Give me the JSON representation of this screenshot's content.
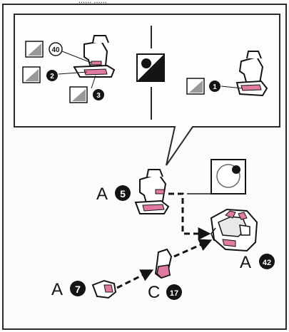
{
  "page": {
    "header_fragment": "...... ......"
  },
  "callout": {
    "sticker_labels": [
      {
        "label": "40",
        "style": "outline-circle"
      },
      {
        "label": "2",
        "style": "filled-circle"
      },
      {
        "label": "3",
        "style": "filled-circle"
      },
      {
        "label": "1",
        "style": "filled-circle"
      }
    ],
    "icons": [
      "sticker-sheet-icon",
      "paint-mask-icon"
    ]
  },
  "parts": [
    {
      "letter": "A",
      "number": "5",
      "number_style": "filled-circle"
    },
    {
      "letter": "A",
      "number": "42",
      "number_style": "filled-circle"
    },
    {
      "letter": "A",
      "number": "7",
      "number_style": "filled-circle"
    },
    {
      "letter": "C",
      "number": "17",
      "number_style": "filled-circle"
    }
  ],
  "icons": [
    "sticker-sheet-icon",
    "paint-mask-icon",
    "detail-zoom-icon",
    "assembly-arrow-icon"
  ],
  "colors": {
    "ink": "#141414",
    "accent_pink": "#e07aa0",
    "paper": "#fbfbf9",
    "panel_border": "#2a2a2a"
  }
}
